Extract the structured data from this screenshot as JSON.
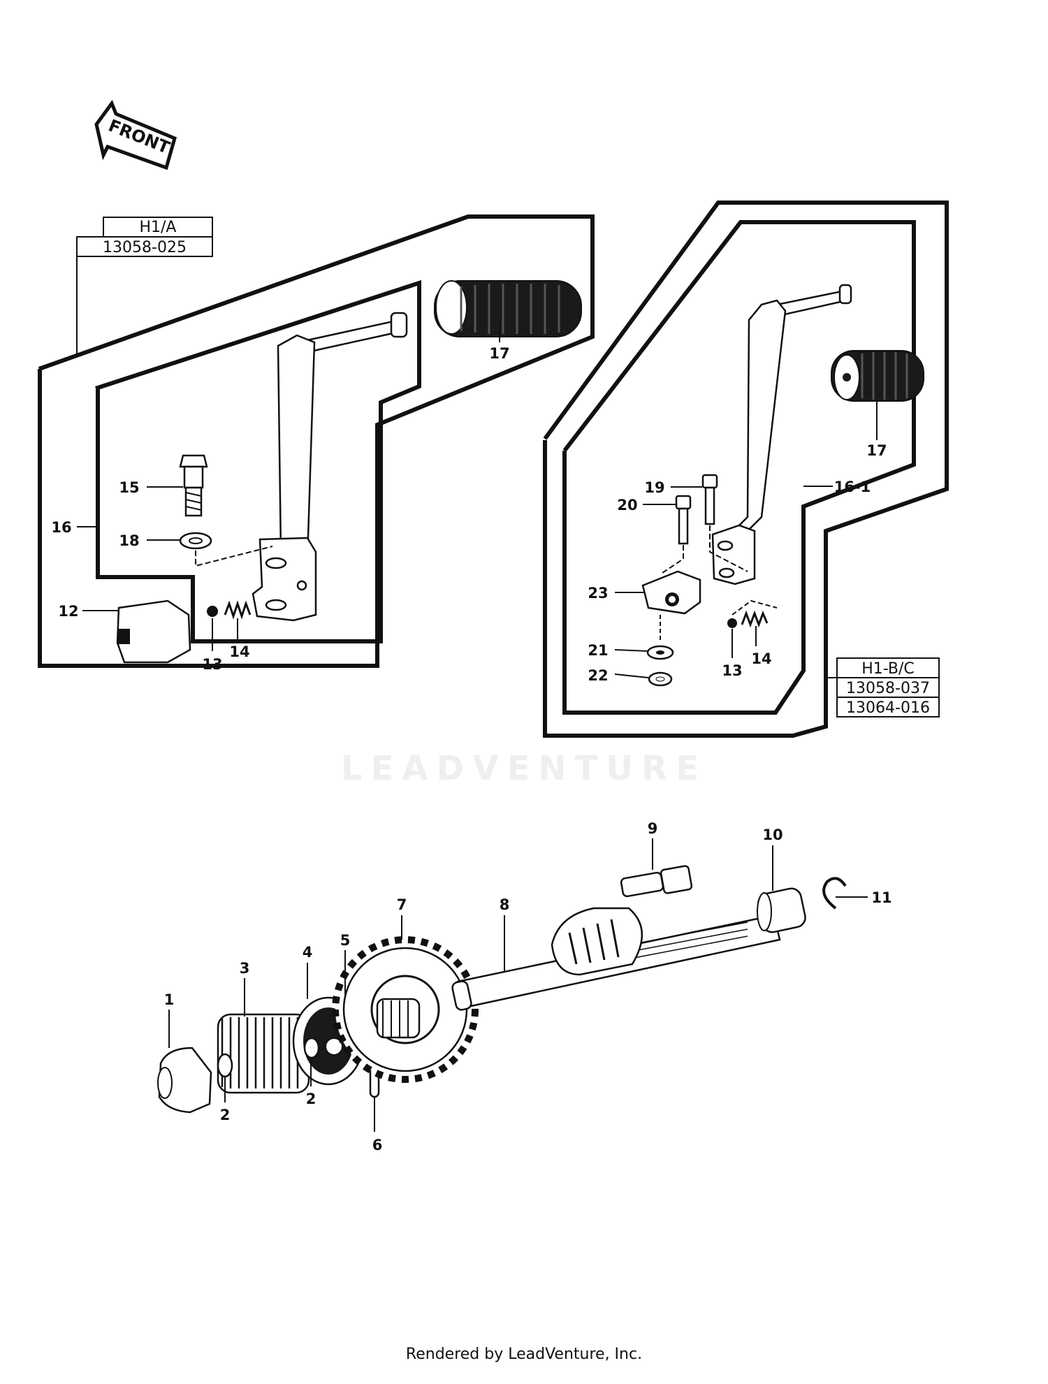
{
  "front_arrow": {
    "label": "FRONT"
  },
  "variant_a": {
    "model": "H1/A",
    "part_number": "13058-025"
  },
  "variant_bc": {
    "model": "H1-B/C",
    "part_numbers": [
      "13058-037",
      "13064-016"
    ]
  },
  "callouts": {
    "c1": "1",
    "c2a": "2",
    "c2b": "2",
    "c3": "3",
    "c4": "4",
    "c5": "5",
    "c6": "6",
    "c7": "7",
    "c8": "8",
    "c9": "9",
    "c10": "10",
    "c11": "11",
    "c12": "12",
    "c13a": "13",
    "c13b": "13",
    "c14a": "14",
    "c14b": "14",
    "c15": "15",
    "c16": "16",
    "c16_1": "16-1",
    "c17a": "17",
    "c17b": "17",
    "c18": "18",
    "c19": "19",
    "c20": "20",
    "c21": "21",
    "c22": "22",
    "c23": "23"
  },
  "watermark": "LEADVENTURE",
  "footer": "Rendered by LeadVenture, Inc."
}
